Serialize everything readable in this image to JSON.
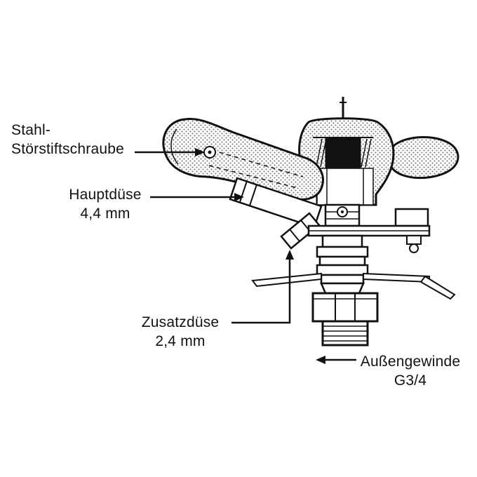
{
  "figure": {
    "background": "#ffffff",
    "line_color": "#111111",
    "texture": "stippled-gray"
  },
  "labels": {
    "stoerstift": {
      "line1": "Stahl-",
      "line2": "Störstiftschraube"
    },
    "hauptduese": {
      "line1": "Hauptdüse",
      "line2": "4,4 mm"
    },
    "zusatzduese": {
      "line1": "Zusatzdüse",
      "line2": "2,4 mm"
    },
    "aussengewinde": {
      "line1": "Außengewinde",
      "line2": "G3/4"
    }
  }
}
